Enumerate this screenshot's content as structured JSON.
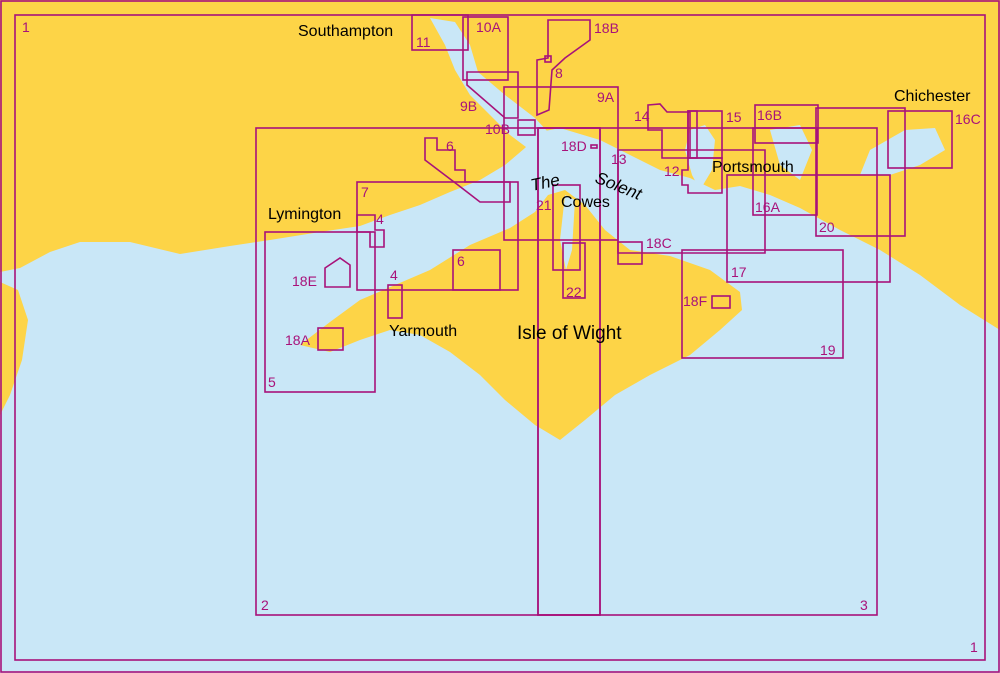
{
  "colors": {
    "land": "#fdd447",
    "sea": "#c9e7f7",
    "chart_outline": "#a8127a",
    "place_text": "#000000"
  },
  "places": {
    "southampton": "Southampton",
    "chichester": "Chichester",
    "lymington": "Lymington",
    "yarmouth": "Yarmouth",
    "portsmouth": "Portsmouth",
    "cowes": "Cowes",
    "isle_of_wight": "Isle of Wight",
    "the": "The",
    "solent": "Solent"
  },
  "charts": {
    "c1": "1",
    "c2": "2",
    "c3": "3",
    "c4": "4",
    "c5": "5",
    "c6": "6",
    "c7": "7",
    "c8": "8",
    "c9A": "9A",
    "c9B": "9B",
    "c10A": "10A",
    "c10B": "10B",
    "c11": "11",
    "c12": "12",
    "c13": "13",
    "c14": "14",
    "c15": "15",
    "c16A": "16A",
    "c16B": "16B",
    "c16C": "16C",
    "c17": "17",
    "c18A": "18A",
    "c18B": "18B",
    "c18C": "18C",
    "c18D": "18D",
    "c18E": "18E",
    "c18F": "18F",
    "c19": "19",
    "c20": "20",
    "c21": "21",
    "c22": "22"
  }
}
